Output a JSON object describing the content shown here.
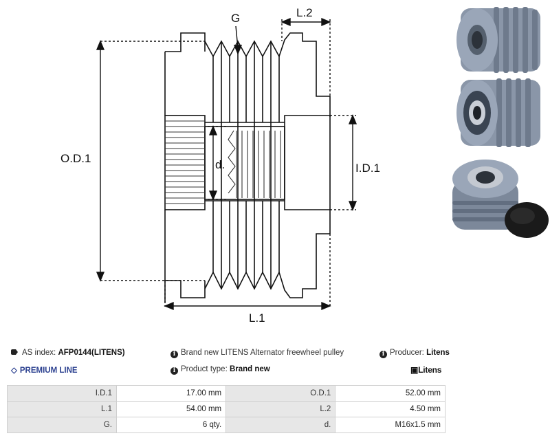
{
  "drawing": {
    "labels": {
      "groove": "G",
      "l2": "L.2",
      "od1": "O.D.1",
      "id1": "I.D.1",
      "thread": "d.",
      "l1": "L.1"
    }
  },
  "photos": [
    {
      "icon": "pulley-side-view-photo"
    },
    {
      "icon": "pulley-front-view-photo"
    },
    {
      "icon": "pulley-with-cap-photo"
    }
  ],
  "info": {
    "as_index_label": "AS index:",
    "as_index_value": "AFP0144(LITENS)",
    "description": "Brand new LITENS Alternator freewheel pulley",
    "producer_label": "Producer:",
    "producer_value": "Litens",
    "premium_label": "PREMIUM LINE",
    "product_type_label": "Product type:",
    "product_type_value": "Brand new",
    "brand_logo": "Litens"
  },
  "specs": [
    [
      {
        "label": "I.D.1",
        "value": "17.00 mm"
      },
      {
        "label": "O.D.1",
        "value": "52.00 mm"
      }
    ],
    [
      {
        "label": "L.1",
        "value": "54.00 mm"
      },
      {
        "label": "L.2",
        "value": "4.50 mm"
      }
    ],
    [
      {
        "label": "G.",
        "value": "6 qty."
      },
      {
        "label": "d.",
        "value": "M16x1.5 mm"
      }
    ]
  ],
  "colors": {
    "premium": "#2a3f8f",
    "pulley_body": "#8a96a8",
    "cap": "#1a1a1a"
  }
}
